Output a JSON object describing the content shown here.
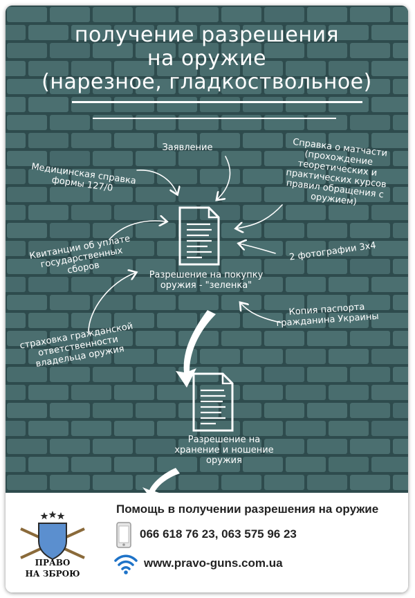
{
  "poster": {
    "title_lines": [
      "получение разрешения",
      "на оружие",
      "(нарезное, гладкоствольное)"
    ],
    "nodes": {
      "application": "Заявление",
      "medical": "Медицинская справка\nформы 127/0",
      "material": "Справка о матчасти\n(прохождение\nтеоретических и\nпрактических курсов\nправил обращения с\nоружием)",
      "receipts": "Квитанции об уплате\nгосударственных\nсборов",
      "photos": "2 фотографии 3х4",
      "purchase_permit": "Разрешение на покупку\nоружия - \"зеленка\"",
      "passport": "Копия паспорта\nгражданина Украины",
      "insurance": "страховка гражданской\nответственности\nвладельца оружия",
      "storage_permit": "Разрешение на\nхранение и ношение\nоружия"
    }
  },
  "footer": {
    "heading": "Помощь в получении разрешения на оружие",
    "phones": "066 618 76 23, 063 575 96 23",
    "website": "www.pravo-guns.com.ua",
    "logo_line1": "ПРАВО",
    "logo_line2": "НА ЗБРОЮ"
  },
  "colors": {
    "wall": "#3f6466",
    "brick": "#4b6f70",
    "mortar": "#2e4b4d",
    "logo_shield": "#5b8fcf",
    "wifi": "#1e73c8"
  }
}
